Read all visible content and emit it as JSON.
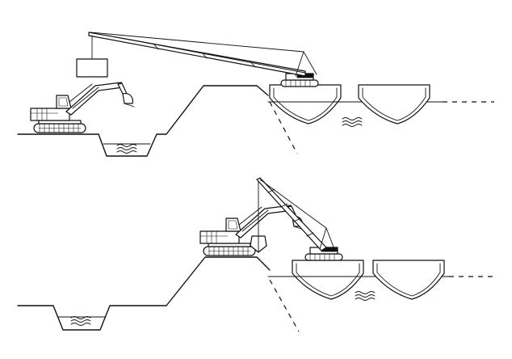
{
  "figure": {
    "panels": [
      {
        "id": "top",
        "elements": [
          "ground",
          "trench",
          "dike",
          "excavator",
          "crane-barge",
          "pontoon",
          "water-symbol"
        ]
      },
      {
        "id": "bottom",
        "elements": [
          "ground",
          "trench",
          "dike",
          "excavator",
          "crane-barge",
          "pontoon",
          "water-symbol"
        ]
      }
    ],
    "line_color": "#111111",
    "background": "#ffffff"
  }
}
